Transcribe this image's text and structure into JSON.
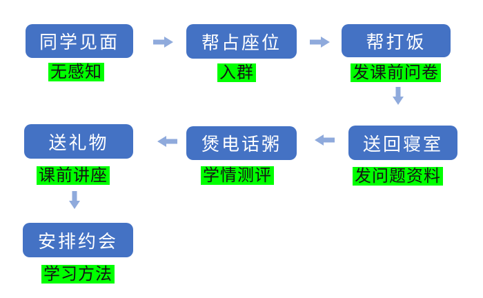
{
  "colors": {
    "node_fill": "#4472C4",
    "node_text": "#FFFFFF",
    "arrow_fill": "#8FAADC",
    "highlight_bg": "#00FF00",
    "highlight_text": "#141414",
    "background": "#FFFFFF"
  },
  "flowchart": {
    "nodes": [
      {
        "id": "meet",
        "label": "同学见面"
      },
      {
        "id": "seat",
        "label": "帮占座位"
      },
      {
        "id": "food",
        "label": "帮打饭"
      },
      {
        "id": "gift",
        "label": "送礼物"
      },
      {
        "id": "phone",
        "label": "煲电话粥"
      },
      {
        "id": "dorm",
        "label": "送回寝室"
      },
      {
        "id": "date",
        "label": "安排约会"
      }
    ],
    "annotations": [
      {
        "for": "meet",
        "label": "无感知"
      },
      {
        "for": "seat",
        "label": "入群"
      },
      {
        "for": "food",
        "label": "发课前问卷"
      },
      {
        "for": "gift",
        "label": "课前讲座"
      },
      {
        "for": "phone",
        "label": "学情测评"
      },
      {
        "for": "dorm",
        "label": "发问题资料"
      },
      {
        "for": "date",
        "label": "学习方法"
      }
    ],
    "arrows": [
      {
        "from": "meet",
        "to": "seat",
        "direction": "right"
      },
      {
        "from": "seat",
        "to": "food",
        "direction": "right"
      },
      {
        "from": "food",
        "to": "dorm",
        "direction": "down"
      },
      {
        "from": "dorm",
        "to": "phone",
        "direction": "left"
      },
      {
        "from": "phone",
        "to": "gift",
        "direction": "left"
      },
      {
        "from": "gift",
        "to": "date",
        "direction": "down"
      }
    ]
  }
}
